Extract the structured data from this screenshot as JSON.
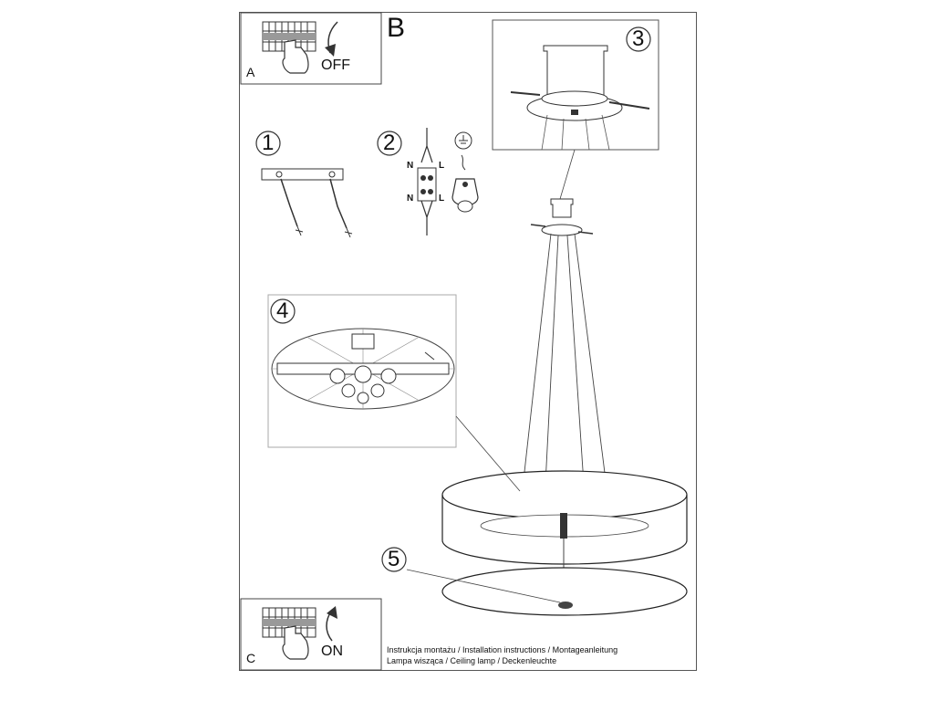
{
  "panels": {
    "A": {
      "letter": "A",
      "label": "OFF"
    },
    "B": {
      "letter": "B"
    },
    "C": {
      "letter": "C",
      "label": "ON"
    }
  },
  "steps": [
    "1",
    "2",
    "3",
    "4",
    "5"
  ],
  "wiring": {
    "neutral": "N",
    "live": "L"
  },
  "captions": {
    "line1": "Instrukcja montażu / Installation instructions / Montageanleitung",
    "line2": "Lampa wisząca / Ceiling lamp / Deckenleuchte"
  }
}
